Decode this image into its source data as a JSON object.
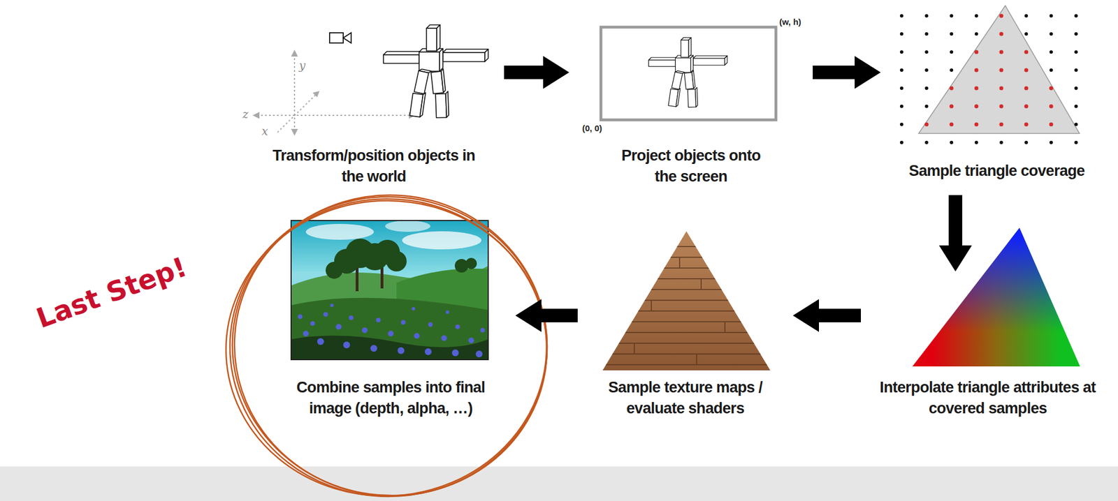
{
  "diagram": {
    "nodes": [
      {
        "text": [
          "Transform/position objects in the world"
        ]
      },
      {
        "text": [
          "Project objects onto the screen"
        ]
      },
      {
        "text": [
          "Sample triangle coverage"
        ]
      },
      {
        "text": [
          "Interpolate triangle attributes at covered samples"
        ]
      },
      {
        "text": [
          "Sample texture maps / evaluate shaders"
        ]
      },
      {
        "text": [
          "Combine samples into final image (depth, alpha, …)"
        ]
      }
    ],
    "edges": [
      {
        "from": 0,
        "to": 1,
        "arrow": "to"
      },
      {
        "from": 1,
        "to": 2,
        "arrow": "to"
      },
      {
        "from": 2,
        "to": 3,
        "arrow": "to"
      },
      {
        "from": 3,
        "to": 4,
        "arrow": "to"
      },
      {
        "from": 4,
        "to": 5,
        "arrow": "to"
      }
    ],
    "labels": [
      "y",
      "z",
      "x",
      "(w, h)",
      "(0, 0)",
      "Last Step!"
    ]
  }
}
